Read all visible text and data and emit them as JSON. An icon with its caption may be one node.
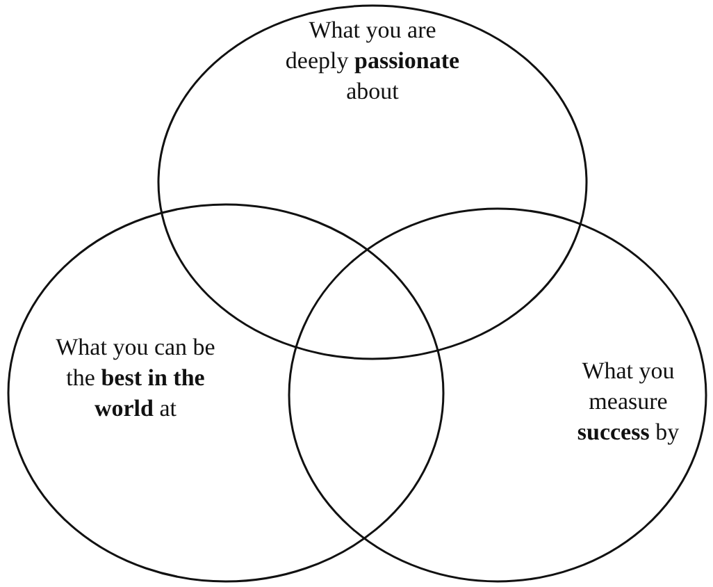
{
  "diagram": {
    "nodes": [
      {
        "text": [
          "What you are deeply **passionate** about"
        ]
      },
      {
        "text": [
          "What you can be the **best in the world** at"
        ]
      },
      {
        "text": [
          "What you measure **success** by"
        ]
      }
    ]
  }
}
